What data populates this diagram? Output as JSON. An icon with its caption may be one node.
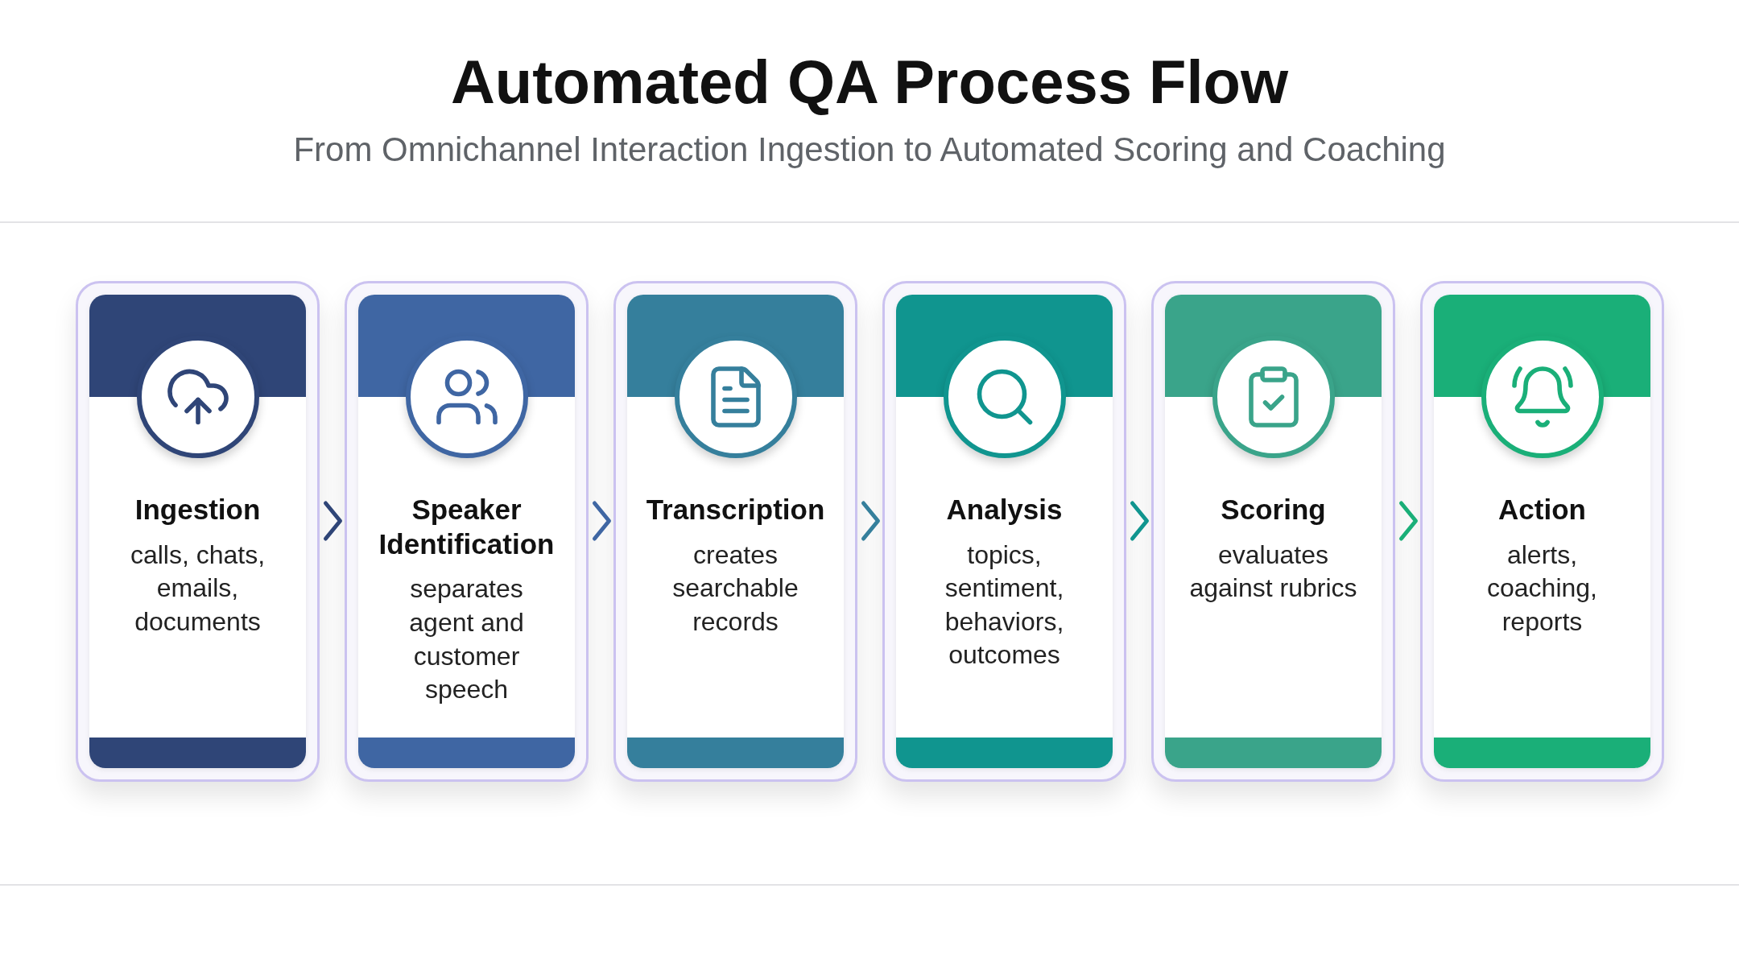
{
  "diagram": {
    "title": "Automated QA Process Flow",
    "caption": "From Omnichannel Interaction Ingestion to Automated Scoring and Coaching",
    "nodes": [
      {
        "text": [
          "Ingestion",
          "calls, chats, emails, documents"
        ]
      },
      {
        "text": [
          "Speaker Identification",
          "separates agent and customer speech"
        ]
      },
      {
        "text": [
          "Transcription",
          "creates searchable records"
        ]
      },
      {
        "text": [
          "Analysis",
          "topics, sentiment, behaviors, outcomes"
        ]
      },
      {
        "text": [
          "Scoring",
          "evaluates against rubrics"
        ]
      },
      {
        "text": [
          "Action",
          "alerts, coaching, reports"
        ]
      }
    ],
    "edges": [
      {
        "from": 0,
        "to": 1,
        "arrow": "to",
        "color": "#2f4577"
      },
      {
        "from": 1,
        "to": 2,
        "arrow": "to",
        "color": "#3f66a3"
      },
      {
        "from": 2,
        "to": 3,
        "arrow": "to",
        "color": "#357f9c"
      },
      {
        "from": 3,
        "to": 4,
        "arrow": "to",
        "color": "#10958f"
      },
      {
        "from": 4,
        "to": 5,
        "arrow": "to",
        "color": "#1aaf78"
      }
    ]
  }
}
